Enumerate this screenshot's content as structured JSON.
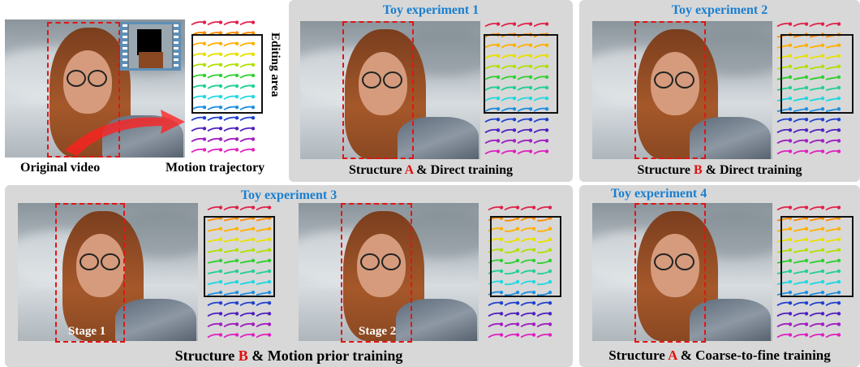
{
  "top_left": {
    "original_caption": "Original video",
    "trajectory_caption": "Motion trajectory",
    "editing_area_label": "Editing area"
  },
  "experiments": [
    {
      "title": "Toy experiment 1",
      "caption_pre": "Structure ",
      "caption_highlight": "A",
      "caption_post": " & Direct training"
    },
    {
      "title": "Toy experiment 2",
      "caption_pre": "Structure ",
      "caption_highlight": "B",
      "caption_post": " & Direct training"
    },
    {
      "title": "Toy experiment 3",
      "caption_pre": "Structure ",
      "caption_highlight": "B",
      "caption_post": " & Motion prior training",
      "stage_labels": [
        "Stage 1",
        "Stage 2"
      ]
    },
    {
      "title": "Toy experiment 4",
      "caption_pre": "Structure ",
      "caption_highlight": "A",
      "caption_post": " & Coarse-to-fine training"
    }
  ],
  "colors": {
    "title_blue": "#1a7fd0",
    "highlight_red": "#e01010",
    "panel_bg": "#d8d8d8",
    "trajectory_rows": [
      "#e0204a",
      "#ff8c00",
      "#ffb000",
      "#e8e000",
      "#b0e000",
      "#30d030",
      "#20d090",
      "#20d8e0",
      "#2090e0",
      "#2040d0",
      "#5020c0",
      "#a020c0",
      "#e020c0"
    ]
  }
}
